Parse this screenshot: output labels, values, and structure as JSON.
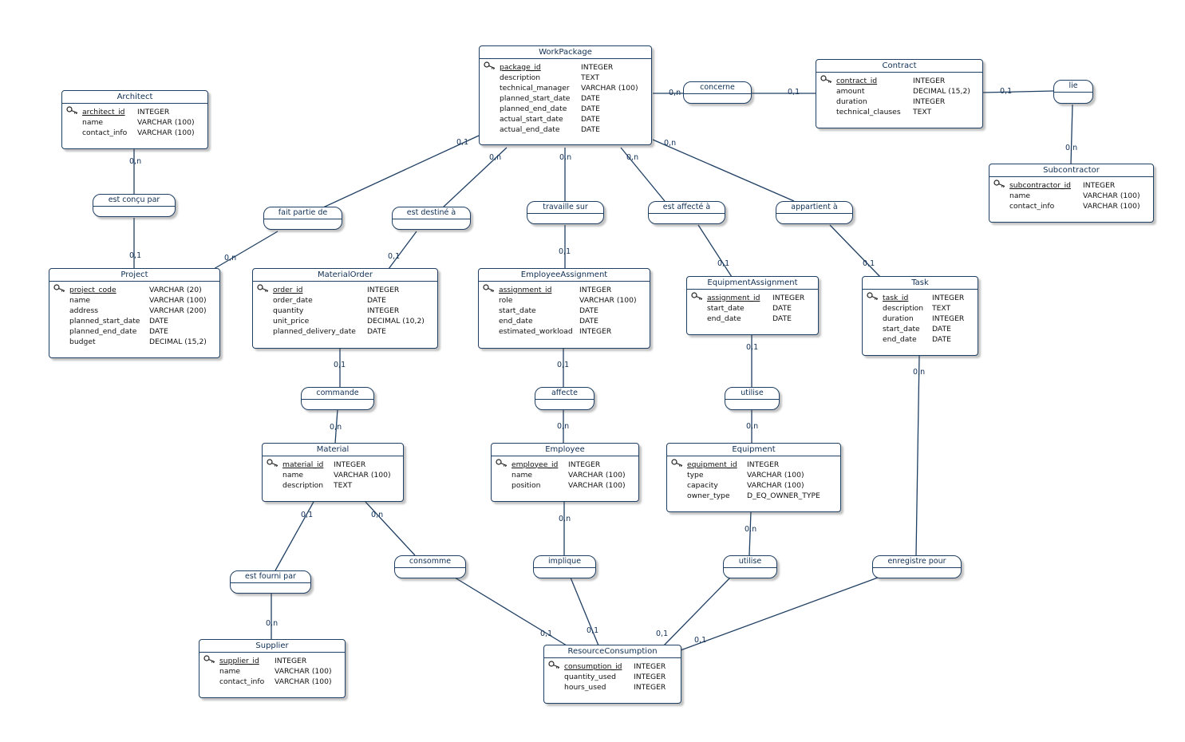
{
  "entities": {
    "workpackage": {
      "name": "WorkPackage",
      "attrs": [
        {
          "name": "package_id",
          "type": "INTEGER",
          "pk": true
        },
        {
          "name": "description",
          "type": "TEXT"
        },
        {
          "name": "technical_manager",
          "type": "VARCHAR (100)"
        },
        {
          "name": "planned_start_date",
          "type": "DATE"
        },
        {
          "name": "planned_end_date",
          "type": "DATE"
        },
        {
          "name": "actual_start_date",
          "type": "DATE"
        },
        {
          "name": "actual_end_date",
          "type": "DATE"
        }
      ]
    },
    "contract": {
      "name": "Contract",
      "attrs": [
        {
          "name": "contract_id",
          "type": "INTEGER",
          "pk": true
        },
        {
          "name": "amount",
          "type": "DECIMAL (15,2)"
        },
        {
          "name": "duration",
          "type": "INTEGER"
        },
        {
          "name": "technical_clauses",
          "type": "TEXT"
        }
      ]
    },
    "architect": {
      "name": "Architect",
      "attrs": [
        {
          "name": "architect_id",
          "type": "INTEGER",
          "pk": true
        },
        {
          "name": "name",
          "type": "VARCHAR (100)"
        },
        {
          "name": "contact_info",
          "type": "VARCHAR (100)"
        }
      ]
    },
    "subcontractor": {
      "name": "Subcontractor",
      "attrs": [
        {
          "name": "subcontractor_id",
          "type": "INTEGER",
          "pk": true
        },
        {
          "name": "name",
          "type": "VARCHAR (100)"
        },
        {
          "name": "contact_info",
          "type": "VARCHAR (100)"
        }
      ]
    },
    "project": {
      "name": "Project",
      "attrs": [
        {
          "name": "project_code",
          "type": "VARCHAR (20)",
          "pk": true
        },
        {
          "name": "name",
          "type": "VARCHAR (100)"
        },
        {
          "name": "address",
          "type": "VARCHAR (200)"
        },
        {
          "name": "planned_start_date",
          "type": "DATE"
        },
        {
          "name": "planned_end_date",
          "type": "DATE"
        },
        {
          "name": "budget",
          "type": "DECIMAL (15,2)"
        }
      ]
    },
    "materialorder": {
      "name": "MaterialOrder",
      "attrs": [
        {
          "name": "order_id",
          "type": "INTEGER",
          "pk": true
        },
        {
          "name": "order_date",
          "type": "DATE"
        },
        {
          "name": "quantity",
          "type": "INTEGER"
        },
        {
          "name": "unit_price",
          "type": "DECIMAL (10,2)"
        },
        {
          "name": "planned_delivery_date",
          "type": "DATE"
        }
      ]
    },
    "employeeassignment": {
      "name": "EmployeeAssignment",
      "attrs": [
        {
          "name": "assignment_id",
          "type": "INTEGER",
          "pk": true
        },
        {
          "name": "role",
          "type": "VARCHAR (100)"
        },
        {
          "name": "start_date",
          "type": "DATE"
        },
        {
          "name": "end_date",
          "type": "DATE"
        },
        {
          "name": "estimated_workload",
          "type": "INTEGER"
        }
      ]
    },
    "equipmentassignment": {
      "name": "EquipmentAssignment",
      "attrs": [
        {
          "name": "assignment_id",
          "type": "INTEGER",
          "pk": true
        },
        {
          "name": "start_date",
          "type": "DATE"
        },
        {
          "name": "end_date",
          "type": "DATE"
        }
      ]
    },
    "task": {
      "name": "Task",
      "attrs": [
        {
          "name": "task_id",
          "type": "INTEGER",
          "pk": true
        },
        {
          "name": "description",
          "type": "TEXT"
        },
        {
          "name": "duration",
          "type": "INTEGER"
        },
        {
          "name": "start_date",
          "type": "DATE"
        },
        {
          "name": "end_date",
          "type": "DATE"
        }
      ]
    },
    "material": {
      "name": "Material",
      "attrs": [
        {
          "name": "material_id",
          "type": "INTEGER",
          "pk": true
        },
        {
          "name": "name",
          "type": "VARCHAR (100)"
        },
        {
          "name": "description",
          "type": "TEXT"
        }
      ]
    },
    "employee": {
      "name": "Employee",
      "attrs": [
        {
          "name": "employee_id",
          "type": "INTEGER",
          "pk": true
        },
        {
          "name": "name",
          "type": "VARCHAR (100)"
        },
        {
          "name": "position",
          "type": "VARCHAR (100)"
        }
      ]
    },
    "equipment": {
      "name": "Equipment",
      "attrs": [
        {
          "name": "equipment_id",
          "type": "INTEGER",
          "pk": true
        },
        {
          "name": "type",
          "type": "VARCHAR (100)"
        },
        {
          "name": "capacity",
          "type": "VARCHAR (100)"
        },
        {
          "name": "owner_type",
          "type": "D_EQ_OWNER_TYPE"
        }
      ]
    },
    "supplier": {
      "name": "Supplier",
      "attrs": [
        {
          "name": "supplier_id",
          "type": "INTEGER",
          "pk": true
        },
        {
          "name": "name",
          "type": "VARCHAR (100)"
        },
        {
          "name": "contact_info",
          "type": "VARCHAR (100)"
        }
      ]
    },
    "resourceconsumption": {
      "name": "ResourceConsumption",
      "attrs": [
        {
          "name": "consumption_id",
          "type": "INTEGER",
          "pk": true
        },
        {
          "name": "quantity_used",
          "type": "INTEGER"
        },
        {
          "name": "hours_used",
          "type": "INTEGER"
        }
      ]
    }
  },
  "associations": {
    "concerne": "concerne",
    "lie": "lie",
    "est_concu_par": "est conçu par",
    "fait_partie_de": "fait partie de",
    "est_destine_a": "est destiné à",
    "travaille_sur": "travaille sur",
    "est_affecte_a": "est affecté à",
    "appartient_a": "appartient à",
    "commande": "commande",
    "affecte": "affecte",
    "utilise_1": "utilise",
    "est_fourni_par": "est fourni par",
    "consomme": "consomme",
    "implique": "implique",
    "utilise_2": "utilise",
    "enregistre_pour": "enregistre pour"
  },
  "cardinalities": {
    "wp_concerne": "0,n",
    "contract_concerne": "0,1",
    "contract_lie": "0,1",
    "sub_lie": "0,n",
    "arch_concu": "0,n",
    "proj_concu": "0,1",
    "wp_fait": "0,1",
    "proj_fait": "0,n",
    "wp_destine": "0,n",
    "mo_destine": "0,1",
    "wp_travaille": "0,n",
    "ea_travaille": "0,1",
    "wp_affecte": "0,n",
    "eqa_affecte": "0,1",
    "wp_appartient": "0,n",
    "task_appartient": "0,1",
    "mo_commande": "0,1",
    "mat_commande": "0,n",
    "ea_affecte": "0,1",
    "emp_affecte": "0,n",
    "eqa_utilise": "0,1",
    "eq_utilise": "0,n",
    "mat_fourni": "0,1",
    "sup_fourni": "0,n",
    "mat_consomme": "0,n",
    "rc_consomme": "0,1",
    "emp_implique": "0,n",
    "rc_implique": "0,1",
    "eq_utilise2": "0,n",
    "rc_utilise2": "0,1",
    "task_enregistre": "0,n",
    "rc_enregistre": "0,1"
  }
}
